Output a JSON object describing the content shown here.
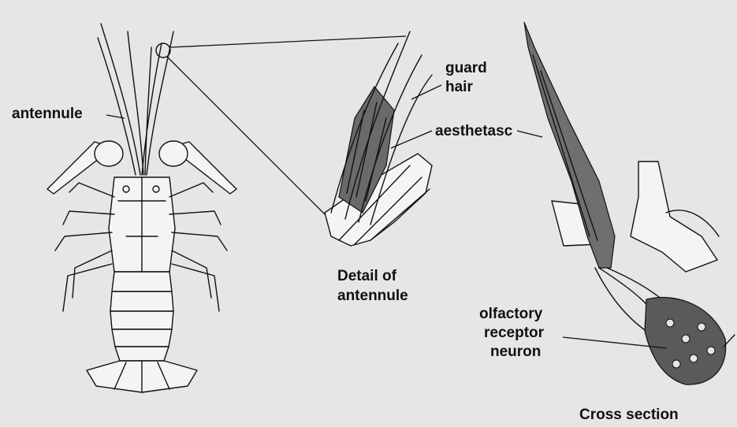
{
  "labels": {
    "antennule": "antennule",
    "guard_hair_line1": "guard",
    "guard_hair_line2": "hair",
    "aesthetasc": "aesthetasc",
    "detail_line1": "Detail of",
    "detail_line2": "antennule",
    "olfactory_line1": "olfactory",
    "olfactory_line2": "receptor",
    "olfactory_line3": "neuron",
    "cross_section": "Cross section"
  },
  "colors": {
    "background": "#e6e6e6",
    "ink": "#111111",
    "paper": "#f4f4f4",
    "shading": "#6a6a6a"
  }
}
